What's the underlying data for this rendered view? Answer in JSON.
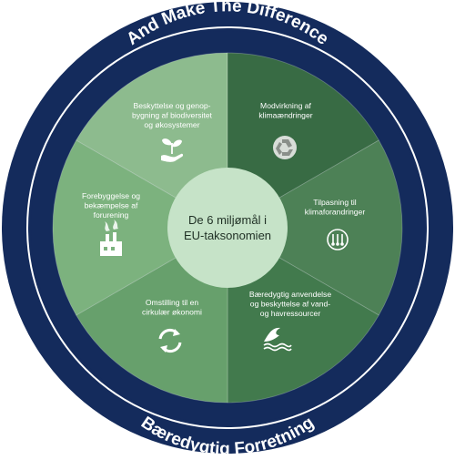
{
  "ring": {
    "top_text": "And Make The Difference",
    "bottom_text": "Bæredygtig Forretning",
    "outer_color": "#142b5c",
    "line_color": "#ffffff"
  },
  "center": {
    "line1": "De 6 miljømål i",
    "line2": "EU-taksonomien",
    "color": "#c6e3c8"
  },
  "segments": [
    {
      "icon": "seedling-hand-icon",
      "color": "#8dbb8e",
      "lines": [
        "Beskyttelse og genop-",
        "bygning af biodiversitet",
        "og økosystemer"
      ]
    },
    {
      "icon": "recycle-icon",
      "color": "#386b44",
      "lines": [
        "Modvirkning af",
        "klimaændringer"
      ]
    },
    {
      "icon": "temperature-icon",
      "color": "#4d8156",
      "lines": [
        "Tilpasning til",
        "klimaforandringer"
      ]
    },
    {
      "icon": "wave-icon",
      "color": "#427a4d",
      "lines": [
        "Bæredygtig anvendelse",
        "og beskyttelse af vand-",
        "og havressourcer"
      ]
    },
    {
      "icon": "circular-arrows-icon",
      "color": "#67a06c",
      "lines": [
        "Omstilling til en",
        "cirkulær økonomi"
      ]
    },
    {
      "icon": "factory-icon",
      "color": "#7cb27e",
      "lines": [
        "Forebyggelse og",
        "bekæmpelse af",
        "forurening"
      ]
    }
  ]
}
